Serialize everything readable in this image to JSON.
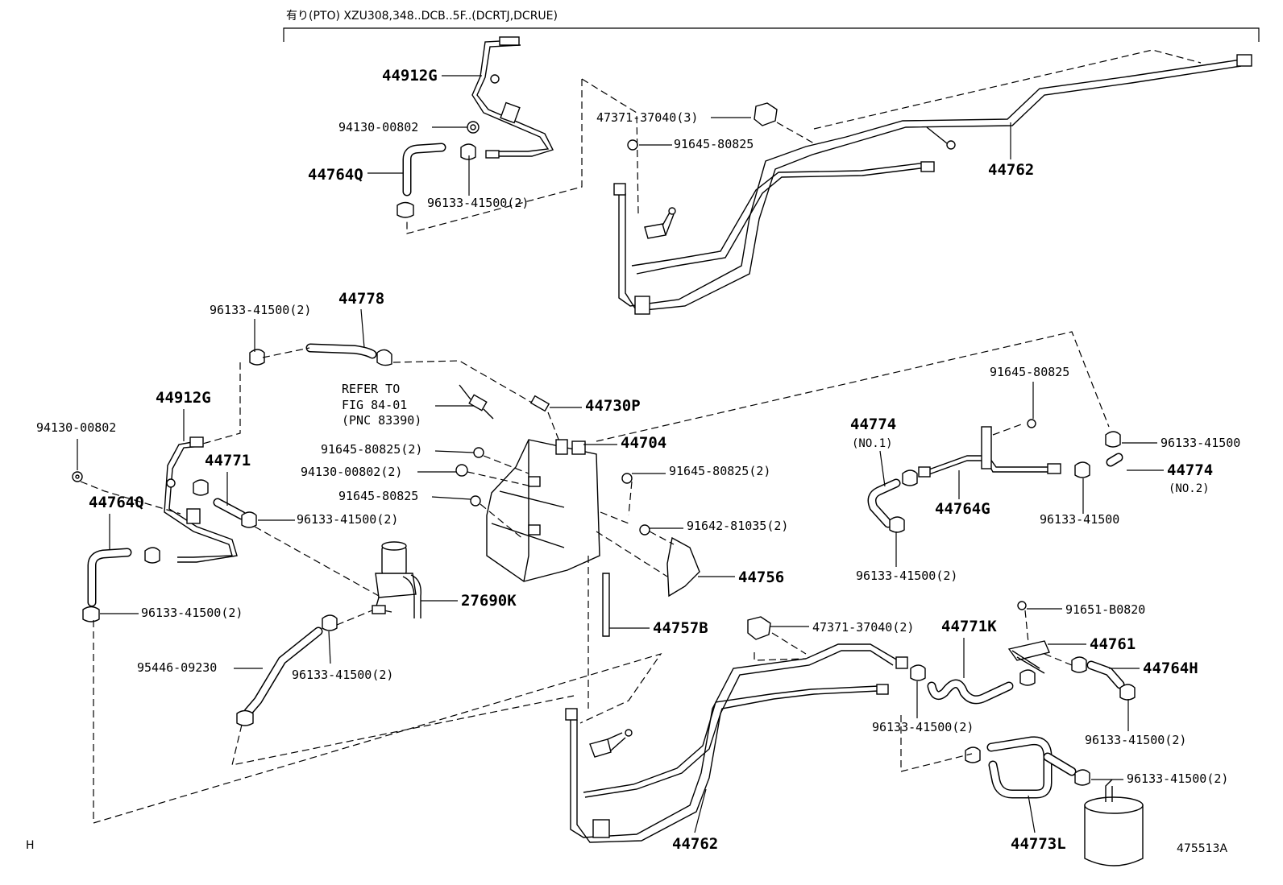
{
  "header": {
    "condition": "有り(PTO) XZU308,348..DCB..5F..(DCRTJ,DCRUE)"
  },
  "labels": {
    "p44912g_a": "44912G",
    "p94130_a": "94130-00802",
    "p44764q_a": "44764Q",
    "p96133_a": "96133-41500(2)",
    "p47371_a": "47371-37040(3)",
    "p91645_a": "91645-80825",
    "p44762_a": "44762",
    "p96133_b": "96133-41500(2)",
    "p44778": "44778",
    "p44912g_b": "44912G",
    "p94130_b": "94130-00802",
    "p44771": "44771",
    "p44764q_b": "44764Q",
    "p96133_c": "96133-41500(2)",
    "p96133_d": "96133-41500(2)",
    "refer_1": "REFER TO",
    "refer_2": "FIG 84-01",
    "refer_3": "(PNC 83390)",
    "p44730p": "44730P",
    "p91645_b": "91645-80825(2)",
    "p44704": "44704",
    "p94130_c": "94130-00802(2)",
    "p91645_c": "91645-80825(2)",
    "p91645_d": "91645-80825",
    "p91642": "91642-81035(2)",
    "p44756": "44756",
    "p27690k": "27690K",
    "p44757b": "44757B",
    "p95446": "95446-09230",
    "p96133_e": "96133-41500(2)",
    "p91645_e": "91645-80825",
    "p44774_a": "44774",
    "p44774_a_sub": "(NO.1)",
    "p96133_f": "96133-41500",
    "p44774_b": "44774",
    "p44774_b_sub": "(NO.2)",
    "p44764g": "44764G",
    "p96133_g": "96133-41500",
    "p96133_h": "96133-41500(2)",
    "p91651": "91651-B0820",
    "p47371_b": "47371-37040(2)",
    "p44771k": "44771K",
    "p44761": "44761",
    "p44764h": "44764H",
    "p96133_i": "96133-41500(2)",
    "p96133_j": "96133-41500(2)",
    "p96133_k": "96133-41500(2)",
    "p44762_b": "44762",
    "p44773l": "44773L",
    "corner_h": "H",
    "drawing_no": "475513A"
  }
}
